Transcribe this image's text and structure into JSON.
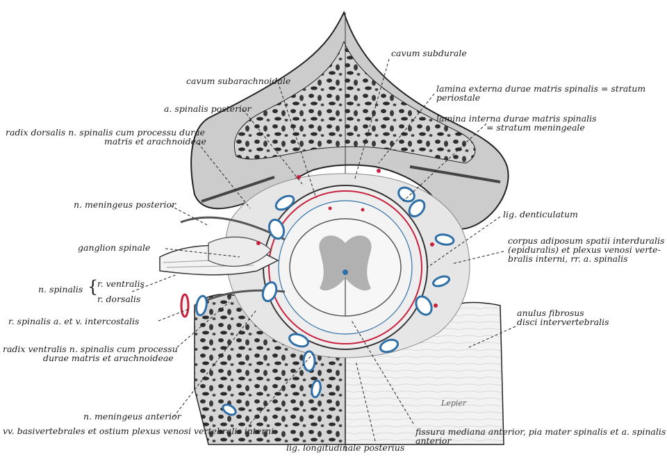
{
  "labels": {
    "cavum_subdurale": "cavum subdurale",
    "cavum_subarachnoidale": "cavum subarachnoidale",
    "lamina_externa_1": "lamina externa durae matris spinalis = stratum",
    "lamina_externa_2": "periostale",
    "a_spinalis_posterior": "a. spinalis posterior",
    "lamina_interna_1": "lamina interna durae matris spinalis",
    "lamina_interna_2": "= stratum meningeale",
    "radix_dorsalis_1": "radix dorsalis n. spinalis cum processu durae",
    "radix_dorsalis_2": "matris et arachnoideae",
    "n_meningeus_posterior": "n. meningeus posterior",
    "lig_denticulatum": "lig. denticulatum",
    "ganglion_spinale": "ganglion spinale",
    "corpus_adiposum_1": "corpus adiposum spatii interduralis",
    "corpus_adiposum_2": "(epiduralis) et plexus venosi verte-",
    "corpus_adiposum_3": "bralis interni, rr. a. spinalis",
    "n_spinalis": "n. spinalis",
    "r_ventralis": "r. ventralis",
    "r_dorsalis": "r. dorsalis",
    "r_spinalis_intercostalis": "r. spinalis a. et v. intercostalis",
    "anulus_fibrosus_1": "anulus fibrosus",
    "anulus_fibrosus_2": "disci intervertebralis",
    "radix_ventralis_1": "radix ventralis n. spinalis cum processu",
    "radix_ventralis_2": "durae matris et arachnoideae",
    "n_meningeus_anterior": "n. meningeus anterior",
    "vv_basivertebrales": "vv. basivertebrales et ostium plexus venosi vertebralis interni",
    "fissura_mediana_1": "fissura mediana anterior, pia mater spinalis et a. spinalis",
    "fissura_mediana_2": "anterior",
    "lig_longitudinale": "lig. longitudinale posterius",
    "signature": "Lepier"
  },
  "colors": {
    "bone_fill": "#cfcfcf",
    "bone_cavity": "#2b2b2b",
    "tissue": "#e9e9e9",
    "vein": "#2e6fa8",
    "artery": "#c8203c",
    "cord": "#f6f6f6",
    "grey_matter": "#8a8a8a"
  }
}
